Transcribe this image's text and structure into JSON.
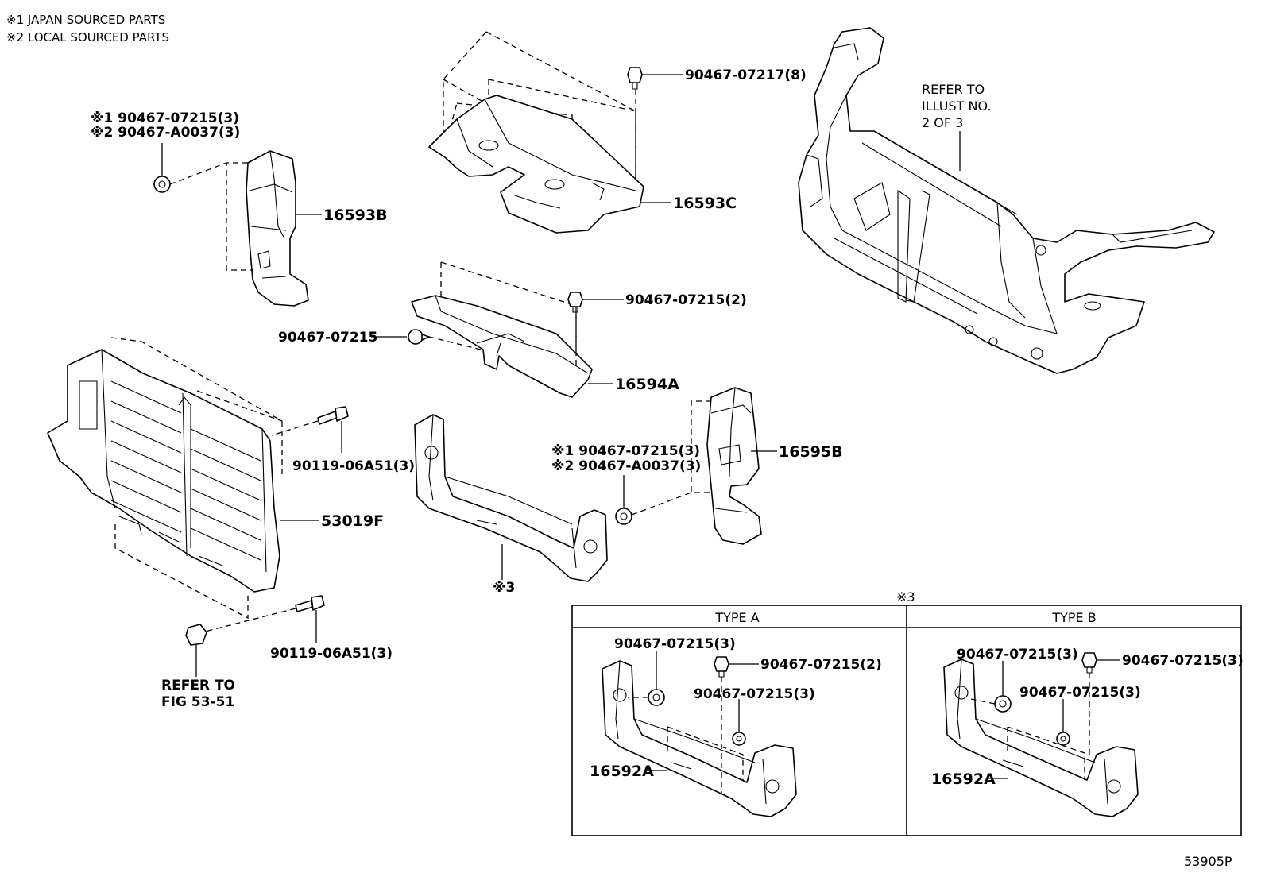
{
  "notes": {
    "note1": "※1 JAPAN SOURCED PARTS",
    "note2": "※2 LOCAL SOURCED PARTS"
  },
  "labels": {
    "b16593_c1": "※1 90467-07215(3)",
    "b16593_c2": "※2 90467-A0037(3)",
    "p16593b": "16593B",
    "c_07217": "90467-07217(8)",
    "p16593c": "16593C",
    "refer_illust_1": "REFER TO",
    "refer_illust_2": "ILLUST NO.",
    "refer_illust_3": "2 OF 3",
    "c_07215_2": "90467-07215(2)",
    "c_07215": "90467-07215",
    "p16594a": "16594A",
    "c_06a51_top": "90119-06A51(3)",
    "p53019f": "53019F",
    "b16595_c1": "※1 90467-07215(3)",
    "b16595_c2": "※2 90467-A0037(3)",
    "p16595b": "16595B",
    "mark3": "※3",
    "c_06a51_bottom": "90119-06A51(3)",
    "refer_fig_1": "REFER TO",
    "refer_fig_2": "FIG 53-51",
    "inset_mark": "※3",
    "type_a": "TYPE A",
    "type_b": "TYPE B",
    "a_c1": "90467-07215(3)",
    "a_c2": "90467-07215(2)",
    "a_c3": "90467-07215(3)",
    "a_part": "16592A",
    "b_c1": "90467-07215(3)",
    "b_c2": "90467-07215(3)",
    "b_c3": "90467-07215(3)",
    "b_part": "16592A",
    "diagram_code": "53905P"
  }
}
